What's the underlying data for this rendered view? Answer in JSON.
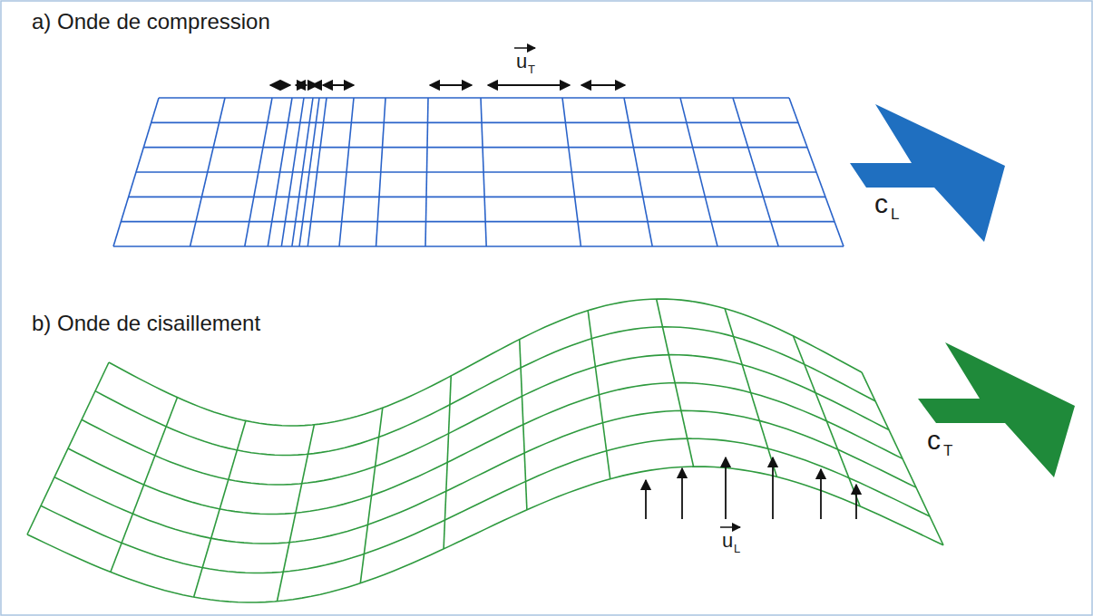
{
  "diagram": {
    "labels": [
      "a) Onde de compression",
      "u",
      "T",
      "c",
      "L",
      "b) Onde de cisaillement",
      "u",
      "L",
      "c",
      "T"
    ]
  }
}
